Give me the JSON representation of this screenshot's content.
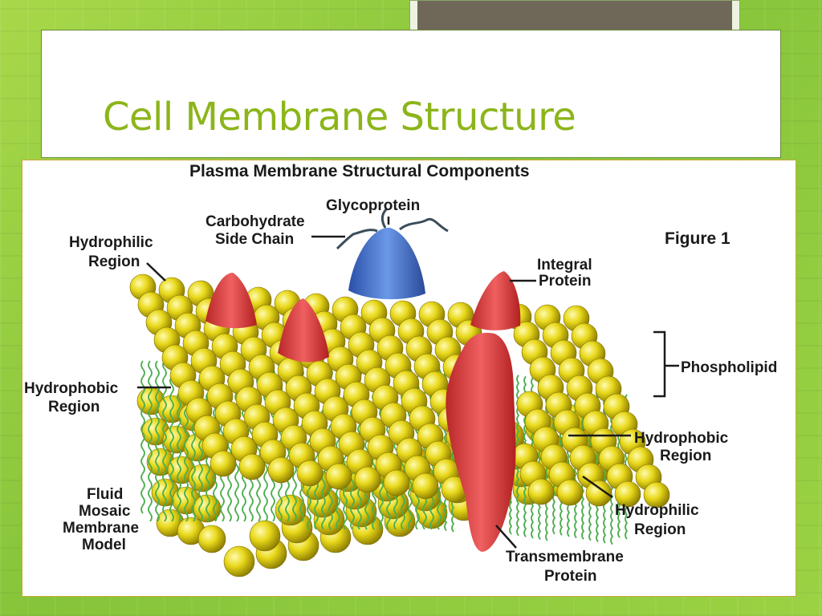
{
  "slide": {
    "title": "Cell Membrane Structure"
  },
  "figure": {
    "heading": "Plasma Membrane Structural Components",
    "figure_label": "Figure 1",
    "labels": {
      "glycoprotein": "Glycoprotein",
      "carbohydrate_1": "Carbohydrate",
      "carbohydrate_2": "Side Chain",
      "hydrophilic_top_1": "Hydrophilic",
      "hydrophilic_top_2": "Region",
      "integral_1": "Integral",
      "integral_2": "Protein",
      "phospholipid": "Phospholipid",
      "hydrophobic_left_1": "Hydrophobic",
      "hydrophobic_left_2": "Region",
      "hydrophobic_right_1": "Hydrophobic",
      "hydrophobic_right_2": "Region",
      "hydrophilic_bottom_1": "Hydrophilic",
      "hydrophilic_bottom_2": "Region",
      "fluid_1": "Fluid",
      "fluid_2": "Mosaic",
      "fluid_3": "Membrane",
      "fluid_4": "Model",
      "transmembrane_1": "Transmembrane",
      "transmembrane_2": "Protein"
    }
  },
  "colors": {
    "background": "#9bd244",
    "title": "#8cb51a",
    "lipid_head": "#e8d81a",
    "lipid_tail": "#4cae4c",
    "protein_red": "#e04848",
    "glycoprotein_blue": "#4a78d0"
  }
}
